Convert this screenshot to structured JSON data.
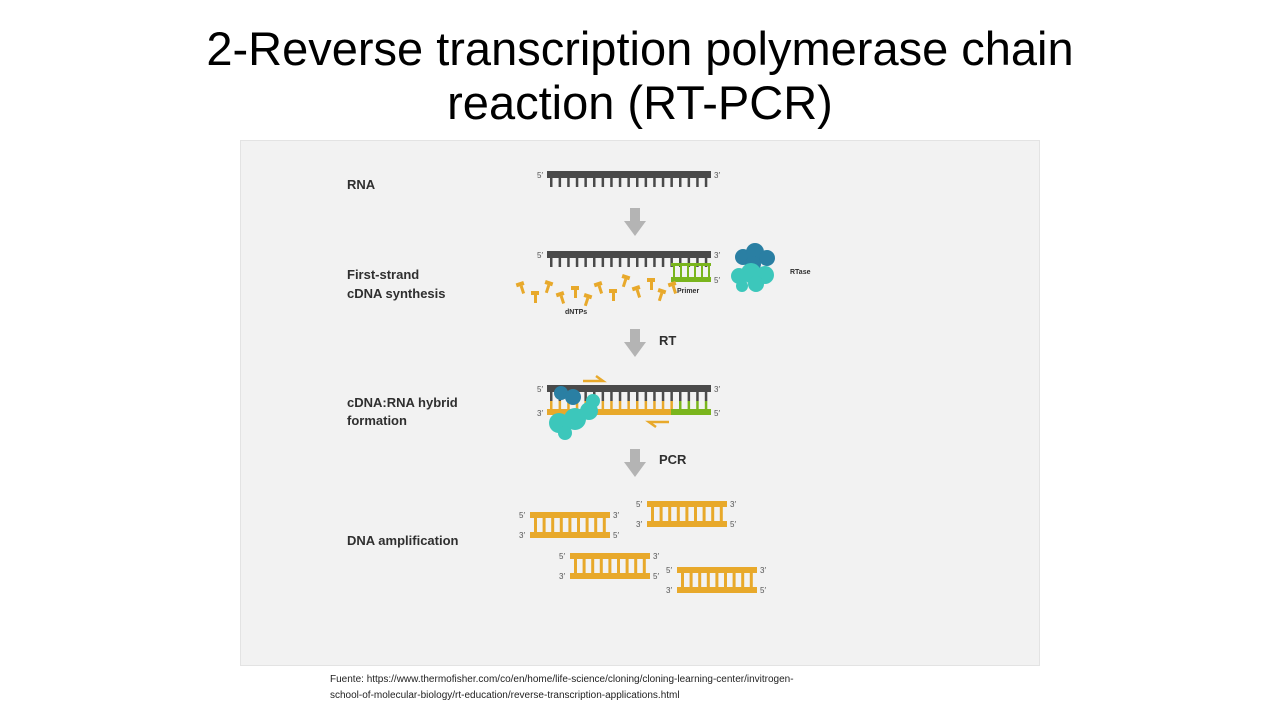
{
  "title": {
    "line1": "2-Reverse transcription polymerase chain",
    "line2": "reaction (RT-PCR)"
  },
  "diagram": {
    "steps": {
      "rna": "RNA",
      "first_strand_l1": "First-strand",
      "first_strand_l2": "cDNA synthesis",
      "hybrid_l1": "cDNA:RNA hybrid",
      "hybrid_l2": "formation",
      "amplification": "DNA amplification"
    },
    "arrows": {
      "rt": "RT",
      "pcr": "PCR"
    },
    "labels": {
      "rtase": "RTase",
      "primer": "Primer",
      "dntps": "dNTPs"
    },
    "ends": {
      "five": "5′",
      "three": "3′"
    },
    "colors": {
      "rna_strand": "#4a4a4a",
      "cdna_strand": "#e8a92b",
      "primer": "#7ab51d",
      "rtase_dark": "#2a7fa3",
      "rtase_light": "#3cc7bb",
      "arrow": "#b4b4b4",
      "background": "#f2f2f2"
    }
  },
  "source": {
    "line1": "Fuente: https://www.thermofisher.com/co/en/home/life-science/cloning/cloning-learning-center/invitrogen-",
    "line2": "school-of-molecular-biology/rt-education/reverse-transcription-applications.html"
  }
}
